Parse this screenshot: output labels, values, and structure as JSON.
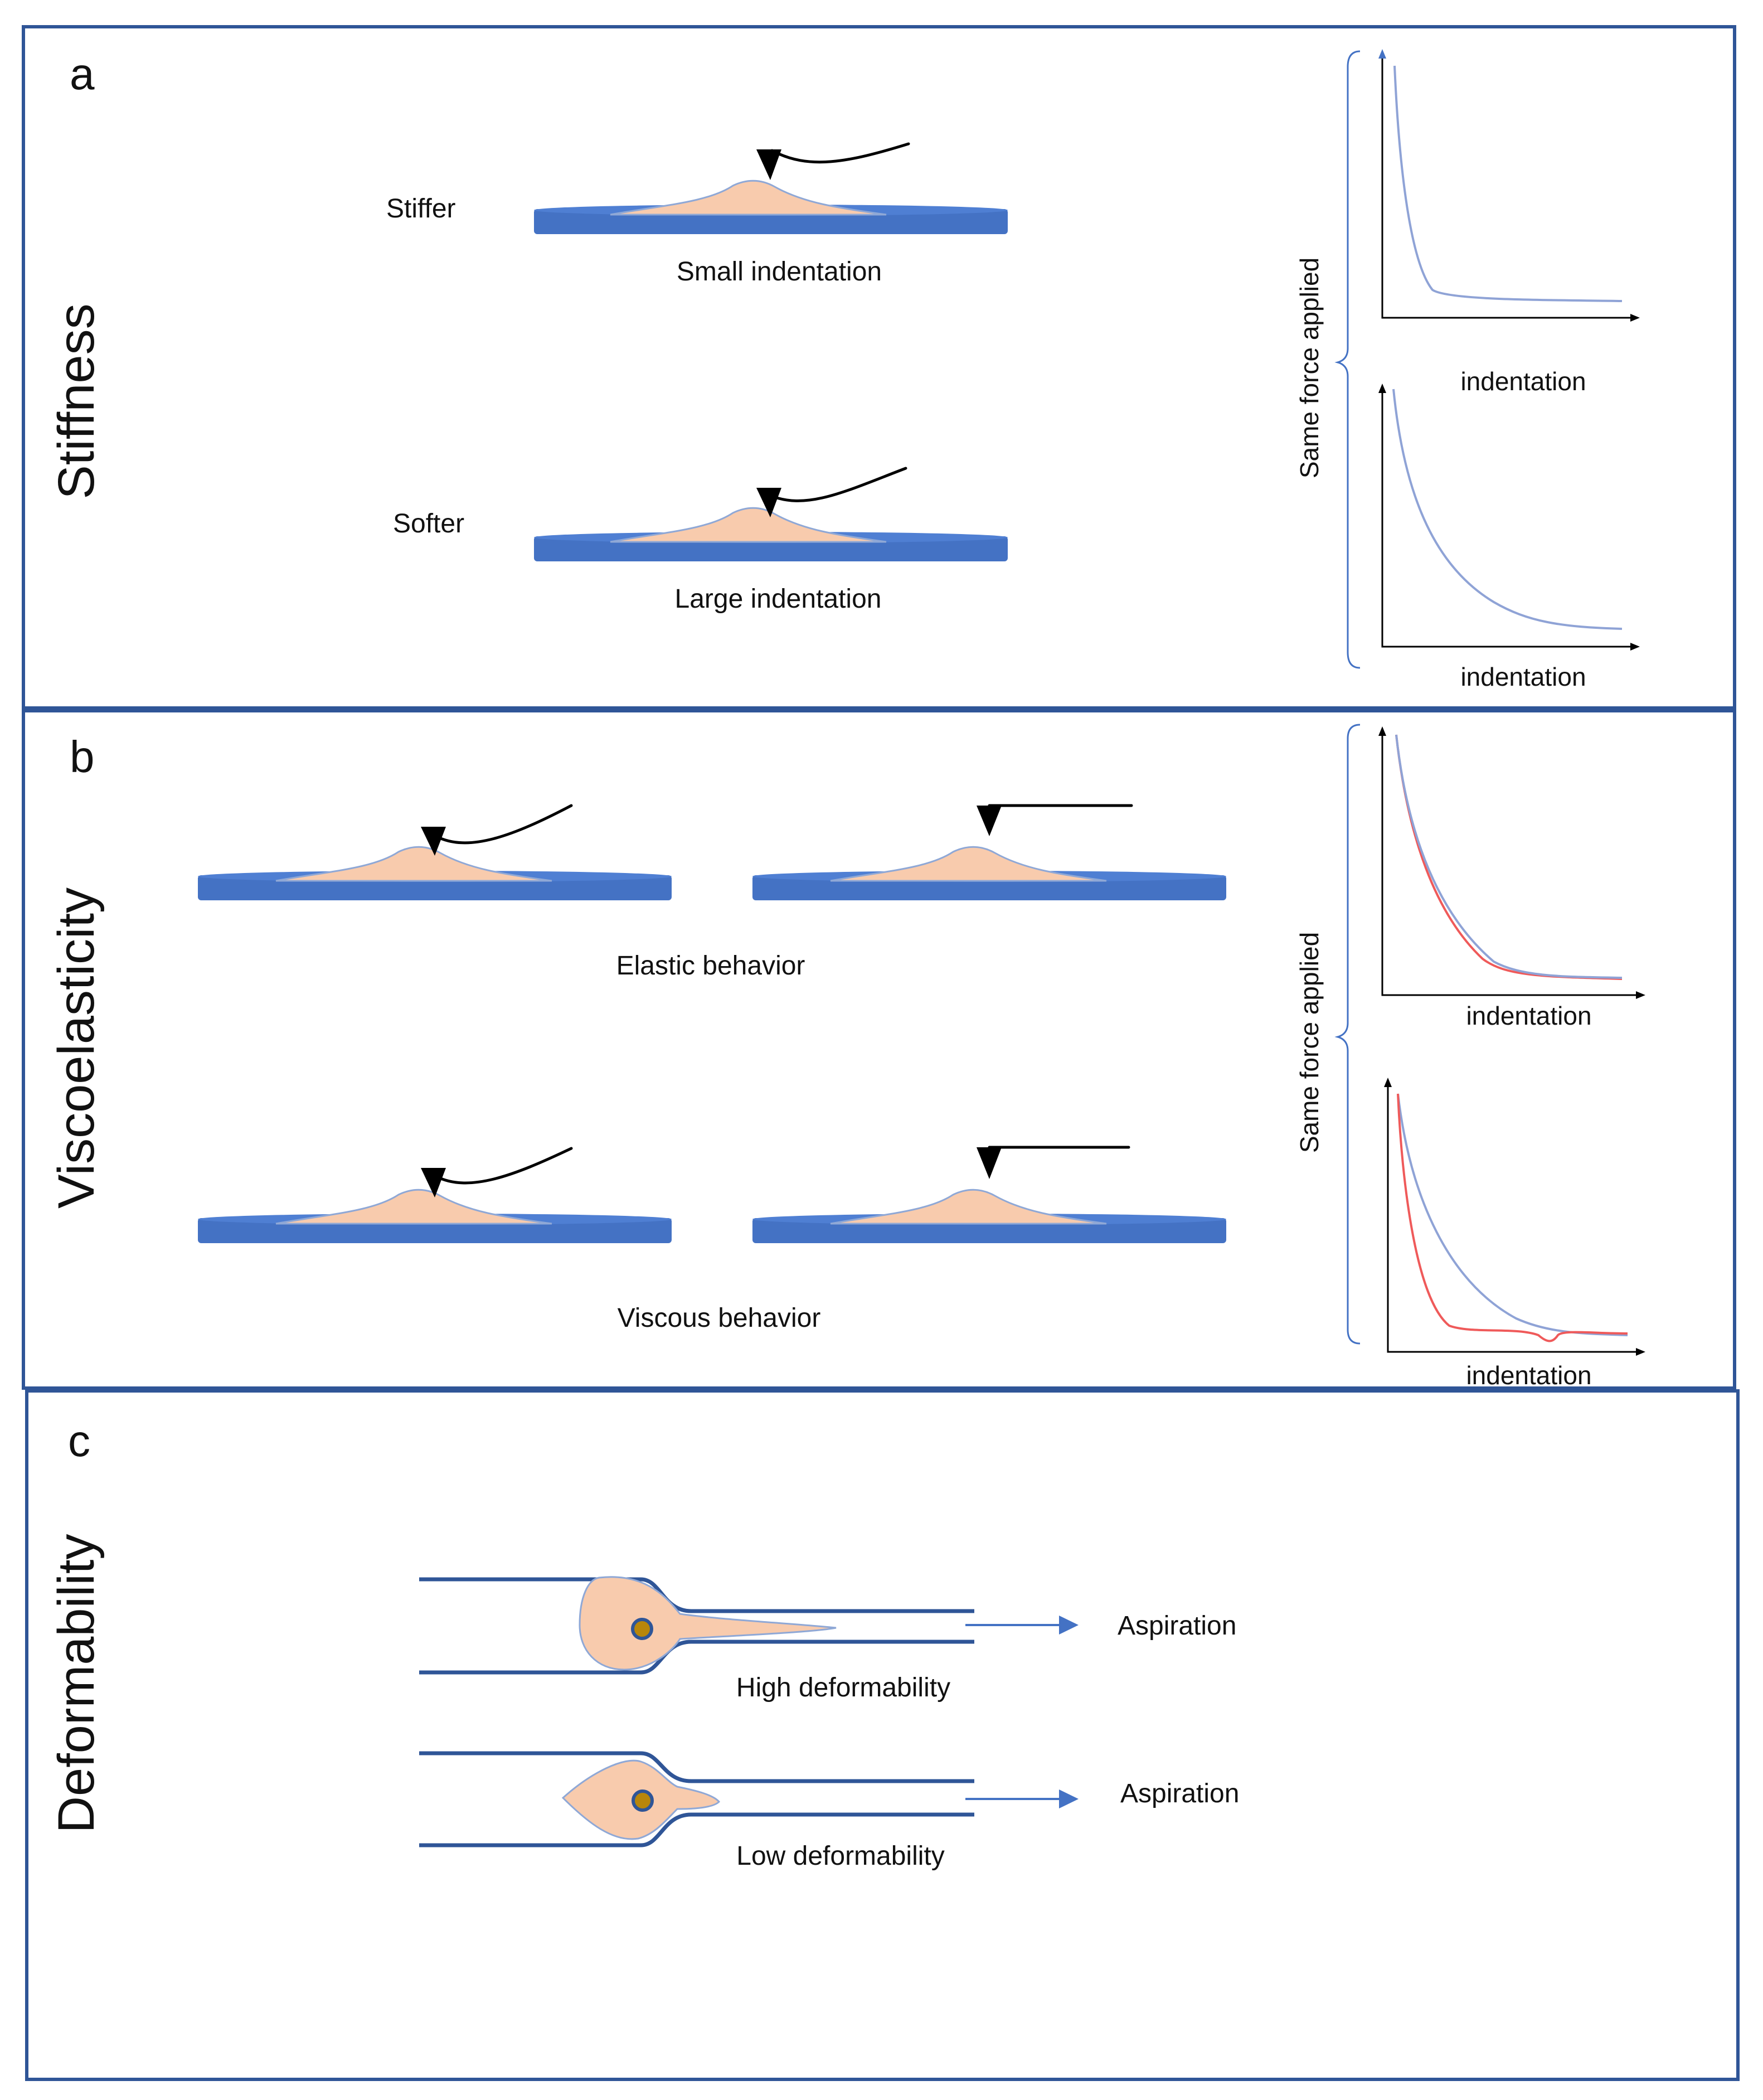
{
  "panels": [
    {
      "letter": "a",
      "title": "Stiffness",
      "conditions": [
        "Stiffer",
        "Softer"
      ],
      "captions": [
        "Small indentation",
        "Large indentation"
      ],
      "plot_ylabel": "Same force applied",
      "plot_xlabels": [
        "indentation",
        "indentation"
      ]
    },
    {
      "letter": "b",
      "title": "Viscoelasticity",
      "captions": [
        "Elastic behavior",
        "Viscous behavior"
      ],
      "plot_ylabel": "Same force applied",
      "plot_xlabels": [
        "indentation",
        "indentation"
      ]
    },
    {
      "letter": "c",
      "title": "Deformability",
      "captions": [
        "High deformability",
        "Low deformability"
      ],
      "action_labels": [
        "Aspiration",
        "Aspiration"
      ]
    }
  ],
  "colors": {
    "frame": "#2f5597",
    "dish": "#4472c4",
    "cell": "#f8cbad",
    "curve_elastic": "#8fa3d6",
    "curve_viscous": "#ef5a5a",
    "nucleus": "#b8860b"
  }
}
